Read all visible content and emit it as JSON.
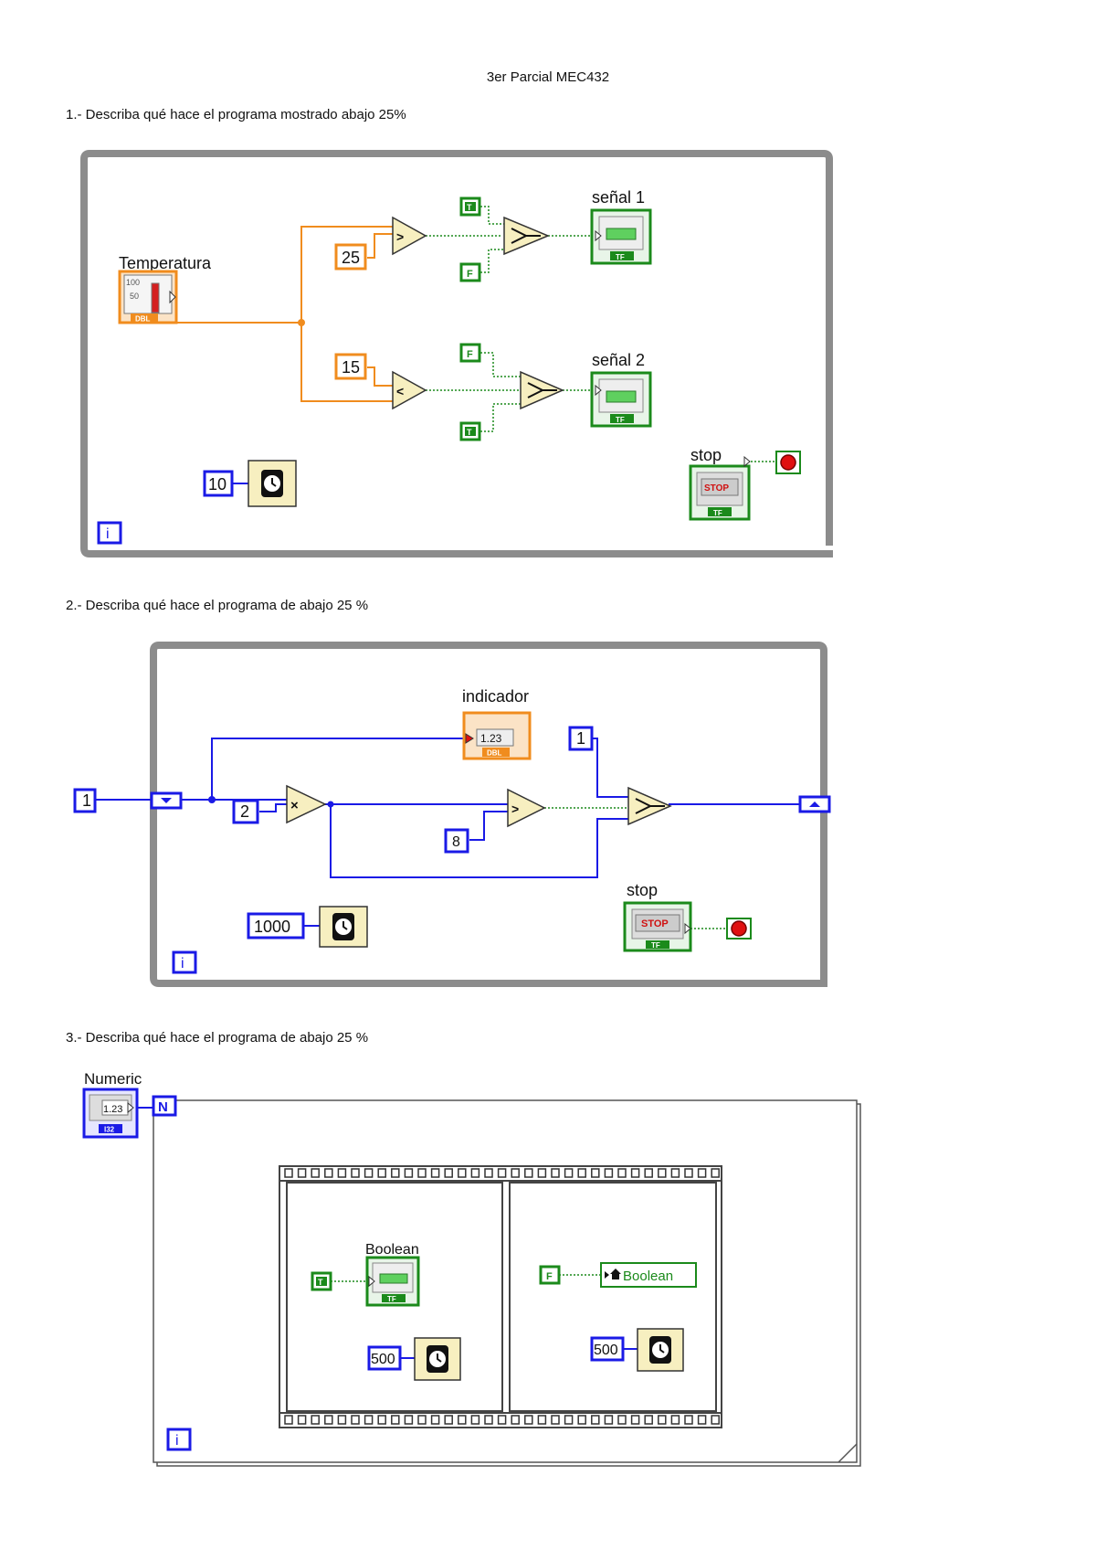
{
  "document": {
    "title": "3er Parcial MEC432",
    "questions": [
      "1.- Describa qué hace el programa mostrado abajo 25%",
      "2.- Describa qué hace el programa de abajo 25 %",
      "3.- Describa qué hace el programa de abajo 25 %"
    ]
  },
  "diagram1": {
    "temp_label": "Temperatura",
    "thermo_scale_hi": "100",
    "thermo_scale_mid": "50",
    "dbl_tag": "DBL",
    "const_25": "25",
    "const_15": "15",
    "op_gt": ">",
    "op_lt": "<",
    "true_const": "T",
    "false_const": "F",
    "signal1_label": "señal 1",
    "signal2_label": "señal 2",
    "tf_tag": "TF",
    "wait_const": "10",
    "stop_label": "stop",
    "stop_button_text": "STOP",
    "iteration_terminal": "i"
  },
  "diagram2": {
    "indicator_label": "indicador",
    "indicator_value": "1.23",
    "dbl_tag": "DBL",
    "init_const": "1",
    "const_2": "2",
    "const_1": "1",
    "const_8": "8",
    "op_mul": "×",
    "op_gt": ">",
    "wait_const": "1000",
    "stop_label": "stop",
    "stop_button_text": "STOP",
    "tf_tag": "TF",
    "iteration_terminal": "i"
  },
  "diagram3": {
    "numeric_label": "Numeric",
    "numeric_value": "1.23",
    "i32_tag": "I32",
    "count_terminal": "N",
    "boolean_label": "Boolean",
    "true_const": "T",
    "false_const": "F",
    "tf_tag": "TF",
    "local_var_label": "Boolean",
    "wait_const_1": "500",
    "wait_const_2": "500",
    "iteration_terminal": "i"
  },
  "colors": {
    "frame": "#8c8c8c",
    "orange": "#f08c1e",
    "green": "#1b8a1b",
    "blue": "#1a1ae6",
    "node_fill": "#f7efc0",
    "stop_red": "#e01010"
  }
}
